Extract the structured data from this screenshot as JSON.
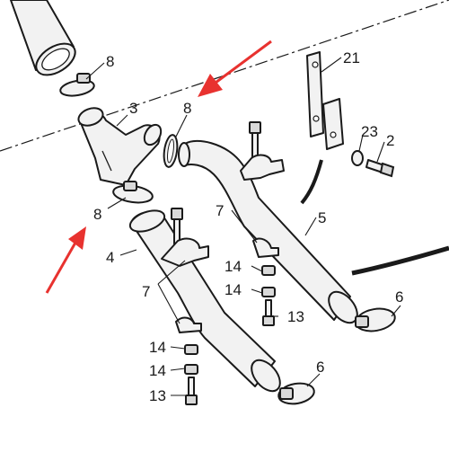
{
  "callouts": {
    "c8_top": "8",
    "c3": "3",
    "c8_mid": "8",
    "c8_left": "8",
    "c21": "21",
    "c23": "23",
    "c2": "2",
    "c7_upper": "7",
    "c5": "5",
    "c4": "4",
    "c7_lower": "7",
    "c14_a": "14",
    "c14_b": "14",
    "c13_right": "13",
    "c6_right": "6",
    "c14_c": "14",
    "c14_d": "14",
    "c13_bottom": "13",
    "c6_bottom": "6"
  },
  "colors": {
    "arrow": "#e8322f",
    "line": "#1a1a1a"
  }
}
